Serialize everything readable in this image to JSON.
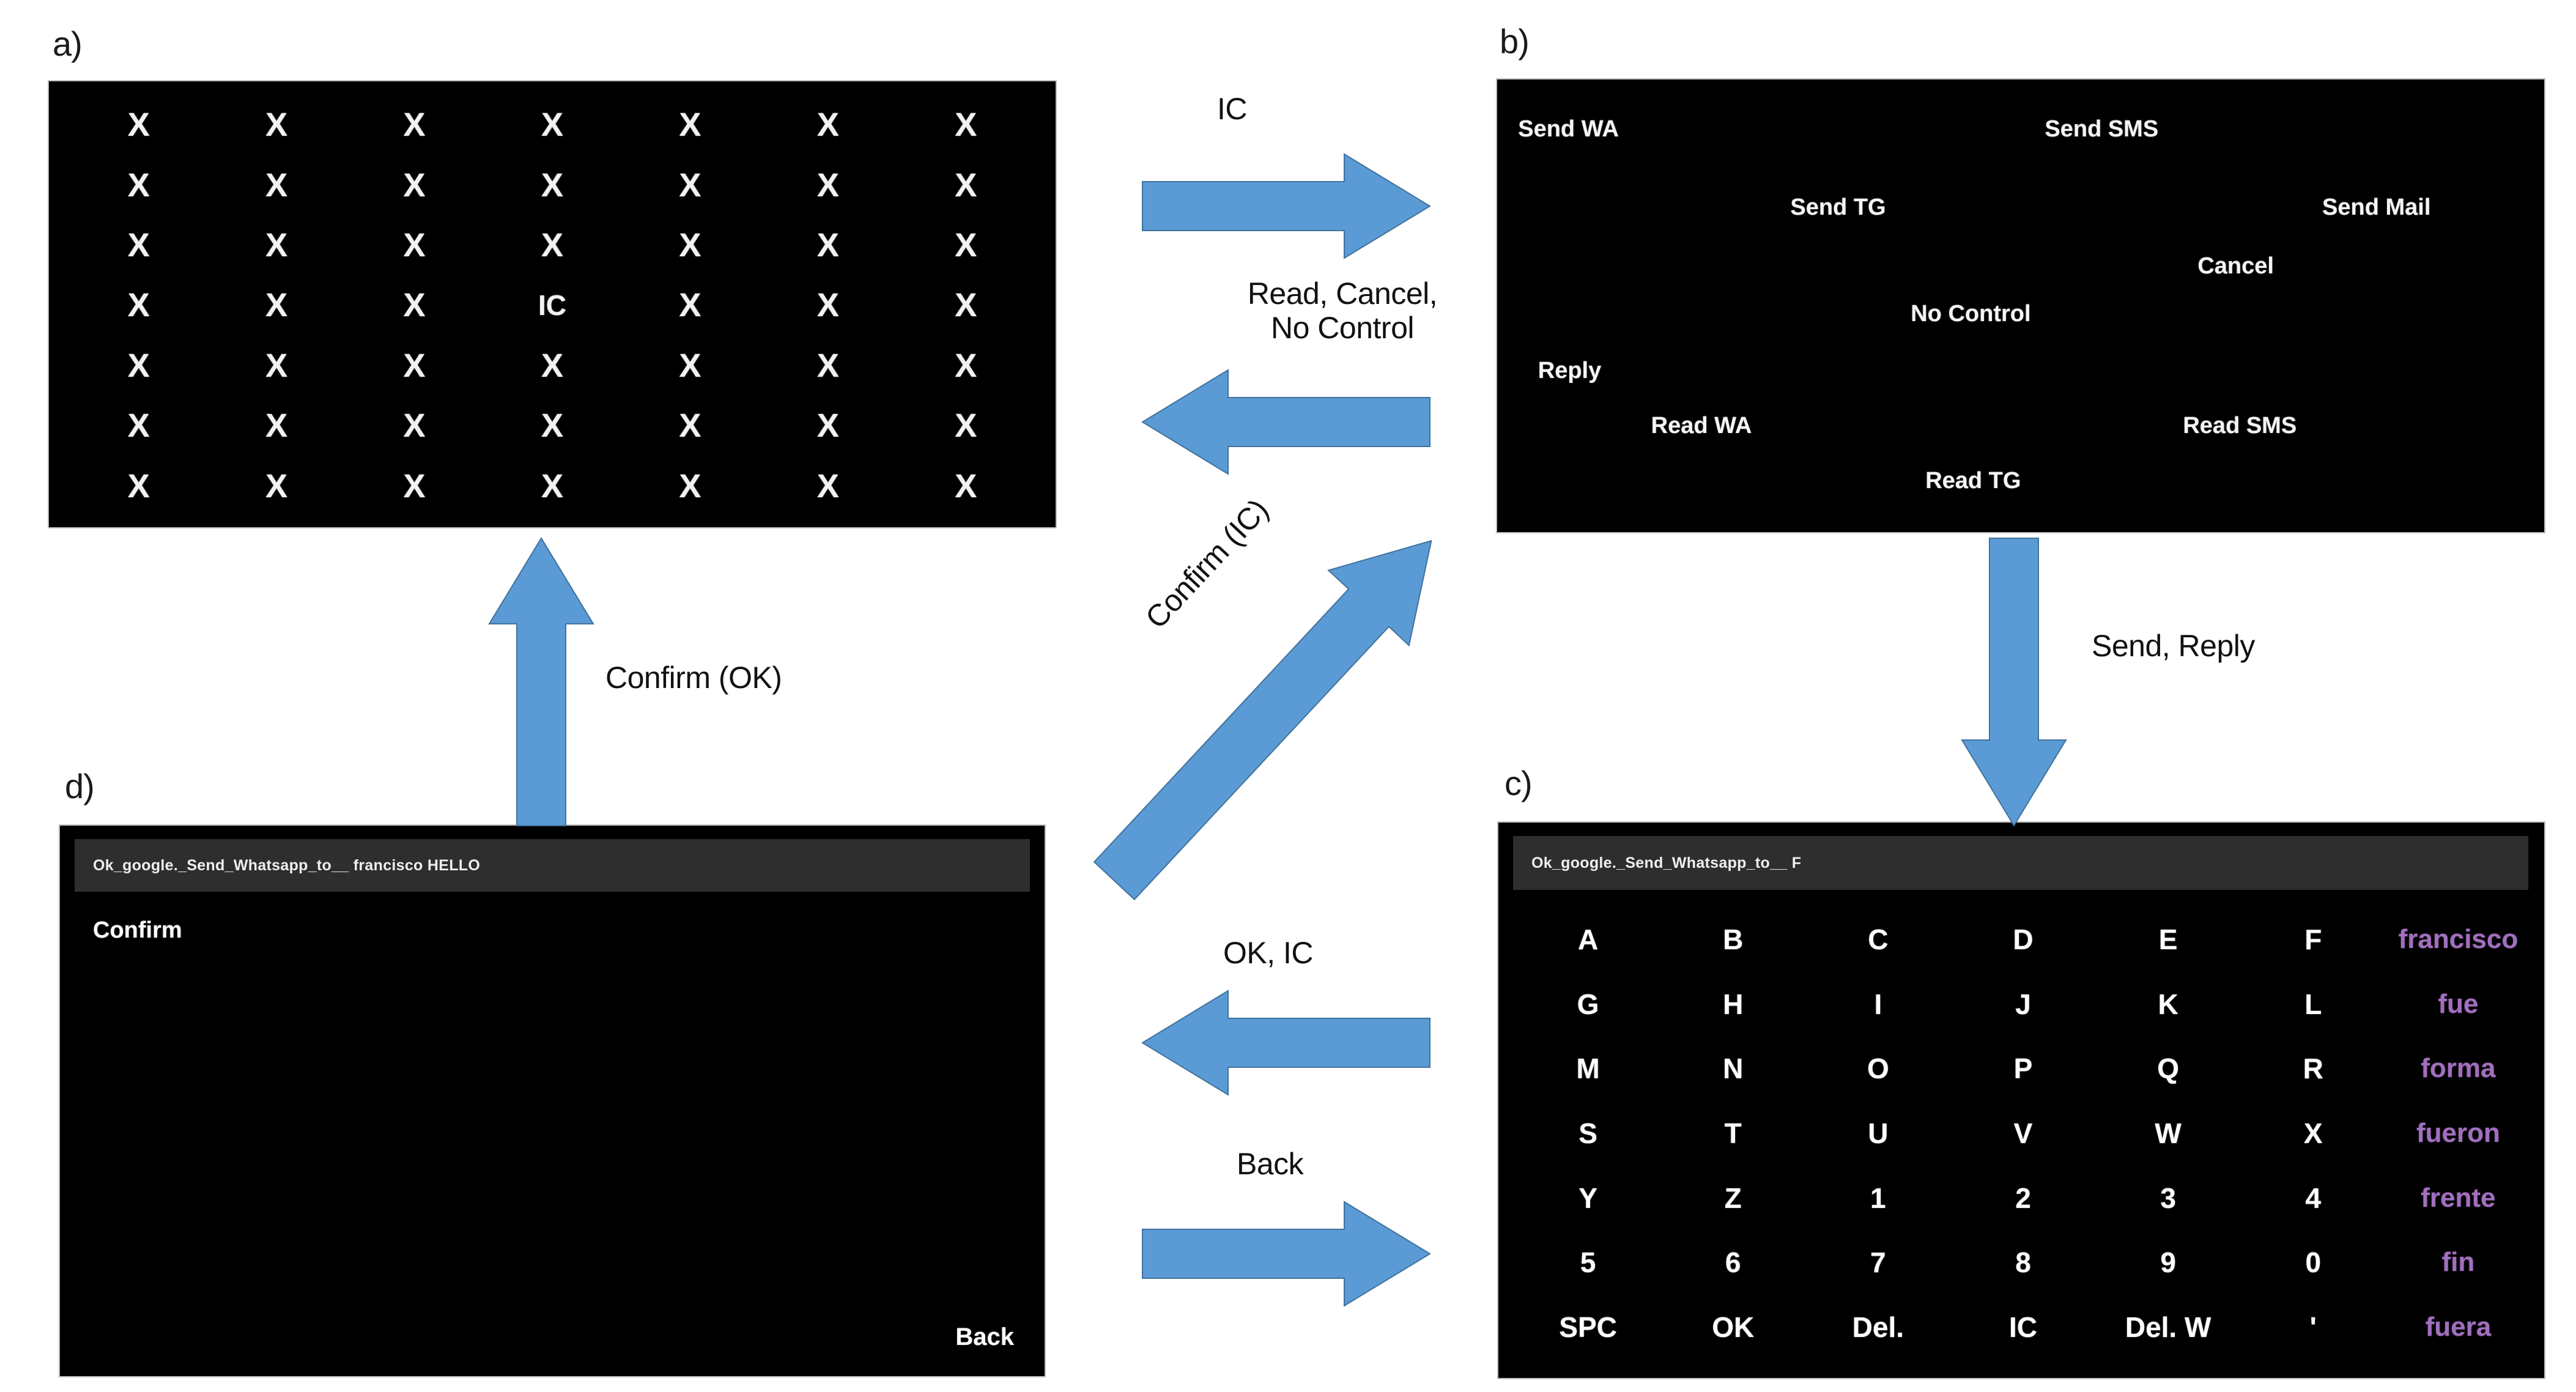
{
  "figure": {
    "panels": {
      "a": {
        "caption": "a)",
        "kind": "x-grid",
        "rows": 7,
        "cols": 7,
        "cells": [
          [
            "X",
            "X",
            "X",
            "X",
            "X",
            "X",
            "X"
          ],
          [
            "X",
            "X",
            "X",
            "X",
            "X",
            "X",
            "X"
          ],
          [
            "X",
            "X",
            "X",
            "X",
            "X",
            "X",
            "X"
          ],
          [
            "X",
            "X",
            "X",
            "IC",
            "X",
            "X",
            "X"
          ],
          [
            "X",
            "X",
            "X",
            "X",
            "X",
            "X",
            "X"
          ],
          [
            "X",
            "X",
            "X",
            "X",
            "X",
            "X",
            "X"
          ],
          [
            "X",
            "X",
            "X",
            "X",
            "X",
            "X",
            "X"
          ]
        ]
      },
      "b": {
        "caption": "b)",
        "kind": "scattered-options",
        "options": [
          {
            "label": "Send WA",
            "x_pct": 2.0,
            "y_pct": 7.5
          },
          {
            "label": "Send SMS",
            "x_pct": 52.3,
            "y_pct": 7.5
          },
          {
            "label": "Send TG",
            "x_pct": 28.0,
            "y_pct": 31.5
          },
          {
            "label": "Send Mail",
            "x_pct": 78.8,
            "y_pct": 31.5
          },
          {
            "label": "Cancel",
            "x_pct": 66.9,
            "y_pct": 49.5
          },
          {
            "label": "No Control",
            "x_pct": 39.5,
            "y_pct": 64.2
          },
          {
            "label": "Reply",
            "x_pct": 3.9,
            "y_pct": 81.6
          },
          {
            "label": "Read WA",
            "x_pct": 14.7,
            "y_pct": 98.5
          },
          {
            "label": "Read SMS",
            "x_pct": 65.5,
            "y_pct": 98.5
          },
          {
            "label": "Read TG",
            "x_pct": 40.9,
            "y_pct": 115.4
          }
        ]
      },
      "c": {
        "caption": "c)",
        "kind": "keyboard",
        "titlebar_text": "Ok_google._Send_Whatsapp_to__ F",
        "suggestion_color": "#a16fbe",
        "rows": [
          [
            "A",
            "B",
            "C",
            "D",
            "E",
            "F",
            "francisco"
          ],
          [
            "G",
            "H",
            "I",
            "J",
            "K",
            "L",
            "fue"
          ],
          [
            "M",
            "N",
            "O",
            "P",
            "Q",
            "R",
            "forma"
          ],
          [
            "S",
            "T",
            "U",
            "V",
            "W",
            "X",
            "fueron"
          ],
          [
            "Y",
            "Z",
            "1",
            "2",
            "3",
            "4",
            "frente"
          ],
          [
            "5",
            "6",
            "7",
            "8",
            "9",
            "0",
            "fin"
          ],
          [
            "SPC",
            "OK",
            "Del.",
            "IC",
            "Del. W",
            "'",
            "fuera"
          ]
        ],
        "suggestions": [
          "francisco",
          "fue",
          "forma",
          "fueron",
          "frente",
          "fin",
          "fuera"
        ]
      },
      "d": {
        "caption": "d)",
        "kind": "confirm-screen",
        "titlebar_text": "Ok_google._Send_Whatsapp_to__ francisco HELLO",
        "confirm_label": "Confirm",
        "back_label": "Back"
      }
    },
    "arrows": [
      {
        "id": "ic",
        "label": "IC",
        "direction": "right",
        "from": "a",
        "to": "b"
      },
      {
        "id": "read-cancel",
        "label": "Read, Cancel, No Control",
        "direction": "left",
        "from": "b",
        "to": "a"
      },
      {
        "id": "confirm-ic",
        "label": "Confirm (IC)",
        "direction": "up-right",
        "from": "d",
        "to": "b"
      },
      {
        "id": "confirm-ok",
        "label": "Confirm (OK)",
        "direction": "up",
        "from": "d",
        "to": "a"
      },
      {
        "id": "send-reply",
        "label": "Send, Reply",
        "direction": "down",
        "from": "b",
        "to": "c"
      },
      {
        "id": "ok-ic",
        "label": "OK, IC",
        "direction": "left",
        "from": "c",
        "to": "d"
      },
      {
        "id": "back",
        "label": "Back",
        "direction": "right",
        "from": "d",
        "to": "c"
      }
    ],
    "colors": {
      "arrow_fill": "#5b9bd5",
      "arrow_stroke": "#41719c",
      "screen_bg": "#000000",
      "titlebar_bg": "#2e2e2e",
      "screen_text": "#ffffff",
      "suggestion_text": "#a16fbe",
      "page_bg": "#ffffff"
    }
  }
}
